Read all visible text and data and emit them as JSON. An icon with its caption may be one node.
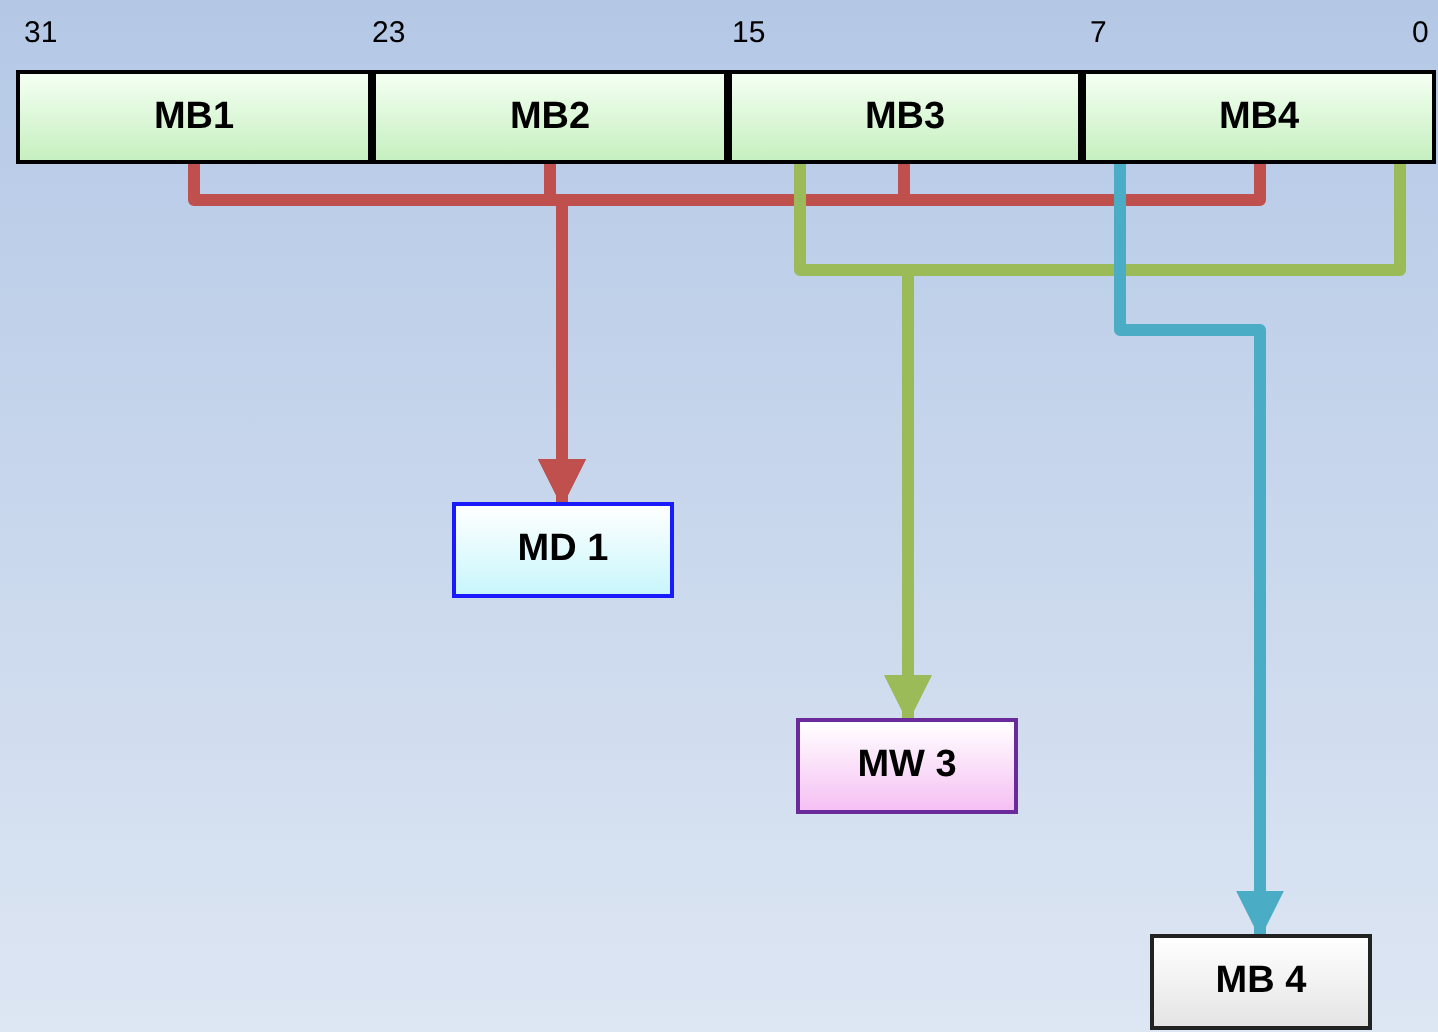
{
  "diagram": {
    "nodes": [
      {
        "text": [
          "MB1"
        ]
      },
      {
        "text": [
          "MB2"
        ]
      },
      {
        "text": [
          "MB3"
        ]
      },
      {
        "text": [
          "MB4"
        ]
      },
      {
        "text": [
          "MD 1"
        ]
      },
      {
        "text": [
          "MW 3"
        ]
      },
      {
        "text": [
          "MB 4"
        ]
      }
    ],
    "edges": [
      {
        "from": 0,
        "to": 4,
        "arrow": "to"
      },
      {
        "from": 1,
        "to": 4,
        "arrow": "to"
      },
      {
        "from": 2,
        "to": 4,
        "arrow": "to"
      },
      {
        "from": 3,
        "to": 4,
        "arrow": "to"
      },
      {
        "from": 2,
        "to": 5,
        "arrow": "to",
        "color": "#9bbb59"
      },
      {
        "from": 3,
        "to": 5,
        "arrow": "to",
        "color": "#9bbb59"
      },
      {
        "from": 3,
        "to": 6,
        "arrow": "to",
        "color": "#4bacc6"
      }
    ],
    "labels": [
      "31",
      "23",
      "15",
      "7",
      "0"
    ]
  }
}
